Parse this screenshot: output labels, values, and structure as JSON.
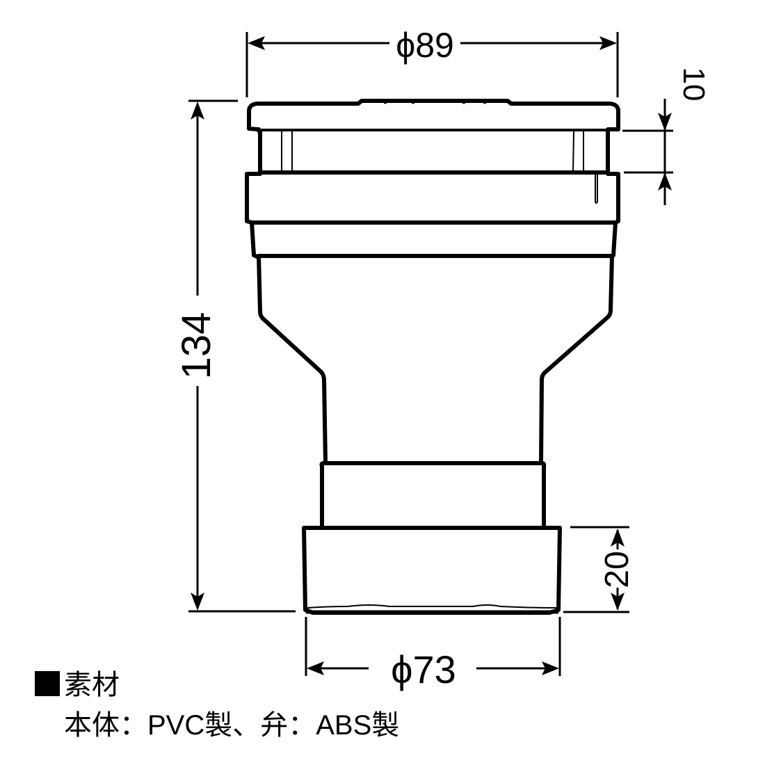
{
  "drawing": {
    "subject": "pipe adapter with valve cap (side elevation)",
    "dimensions": {
      "top_diameter": {
        "label": "ϕ89",
        "value": 89,
        "unit": "mm"
      },
      "bottom_diameter": {
        "label": "ϕ73",
        "value": 73,
        "unit": "mm"
      },
      "overall_height": {
        "label": "134",
        "value": 134,
        "unit": "mm"
      },
      "cap_gap": {
        "label": "10",
        "value": 10,
        "unit": "mm"
      },
      "bottom_socket_height": {
        "label": "20",
        "value": 20,
        "unit": "mm"
      }
    },
    "colors": {
      "line": "#000000",
      "background": "#ffffff"
    }
  },
  "legend": {
    "heading": "素材",
    "heading_icon": "black-square-icon",
    "materials_text": "本体：PVC製、弁：ABS製",
    "materials": [
      {
        "part": "本体",
        "material": "PVC製"
      },
      {
        "part": "弁",
        "material": "ABS製"
      }
    ]
  }
}
